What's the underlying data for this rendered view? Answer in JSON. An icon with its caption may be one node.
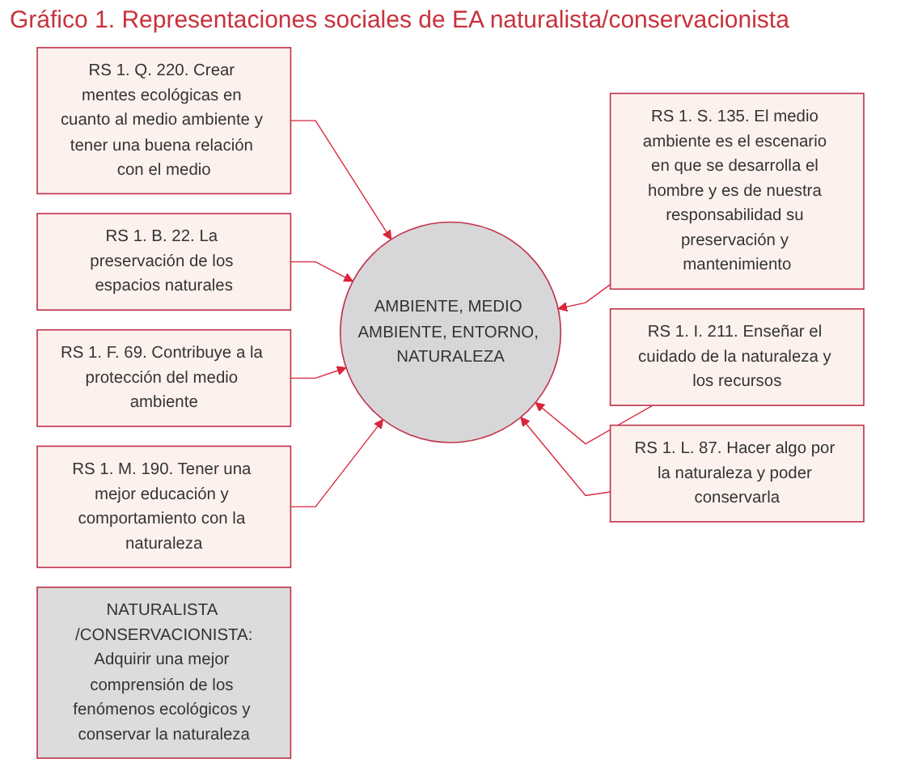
{
  "diagram": {
    "title": "Gráfico 1. Representaciones sociales de EA naturalista/conservacionista",
    "nodes": [
      {
        "text": [
          "RS 1. Q. 220. Crear mentes ecológicas en cuanto al medio ambiente y tener una buena relación con el medio"
        ]
      },
      {
        "text": [
          "RS 1. B. 22. La preservación de los espacios naturales"
        ]
      },
      {
        "text": [
          "RS 1. S. 135. El medio ambiente es el escenario en que se desarrolla el hombre y es de nuestra responsabilidad su preservación y mantenimiento"
        ]
      },
      {
        "text": [
          "AMBIENTE, MEDIO AMBIENTE, ENTORNO, NATURALEZA"
        ]
      },
      {
        "text": [
          "RS 1. F. 69. Contribuye a la protección del medio ambiente"
        ]
      },
      {
        "text": [
          "RS 1. I. 211. Enseñar el cuidado de la naturaleza y los recursos"
        ]
      },
      {
        "text": [
          "RS 1. M. 190. Tener una mejor educación y comportamiento con la naturaleza"
        ]
      },
      {
        "text": [
          "RS 1. L. 87. Hacer algo por la naturaleza y poder conservarla"
        ]
      },
      {
        "text": [
          "NATURALISTA /CONSERVACIONISTA:",
          "Adquirir una mejor comprensión de los fenómenos ecológicos y conservar la naturaleza"
        ]
      }
    ],
    "edges": [
      {
        "from": 0,
        "to": 3,
        "arrow": "to"
      },
      {
        "from": 1,
        "to": 3,
        "arrow": "to"
      },
      {
        "from": 2,
        "to": 3,
        "arrow": "to"
      },
      {
        "from": 4,
        "to": 3,
        "arrow": "to"
      },
      {
        "from": 5,
        "to": 3,
        "arrow": "to"
      },
      {
        "from": 6,
        "to": 3,
        "arrow": "to"
      },
      {
        "from": 7,
        "to": 3,
        "arrow": "to"
      }
    ]
  }
}
